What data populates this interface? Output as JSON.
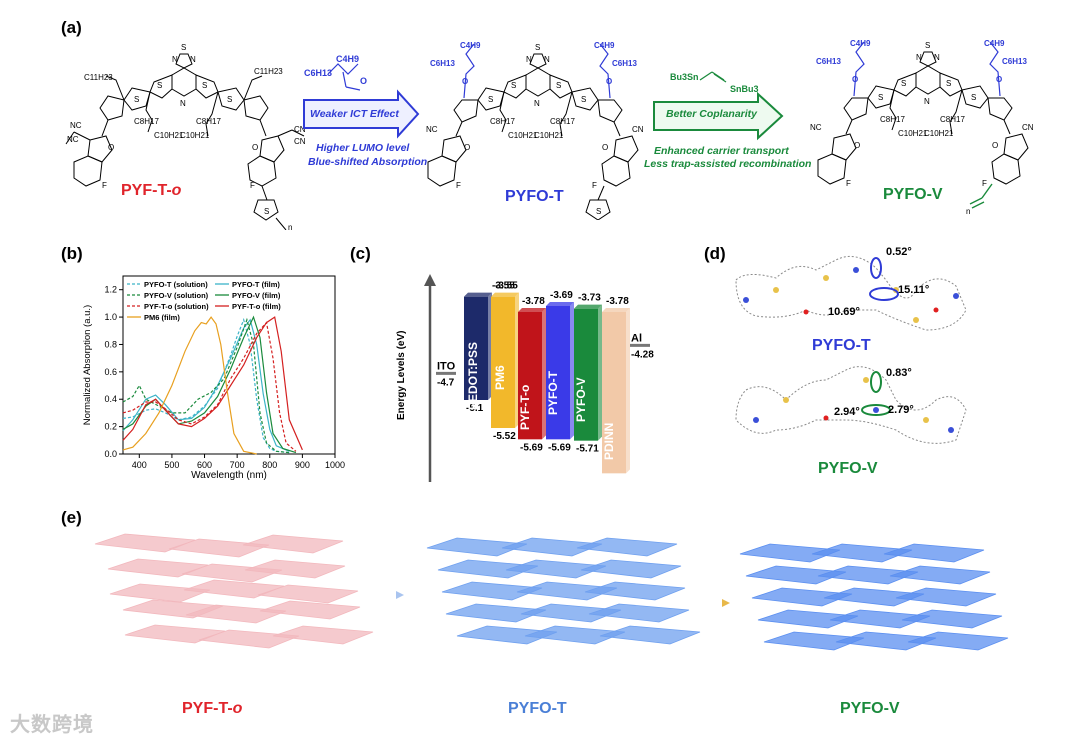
{
  "panels": {
    "a": "(a)",
    "b": "(b)",
    "c": "(c)",
    "d": "(d)",
    "e": "(e)"
  },
  "panel_a": {
    "molecules": [
      {
        "name_prefix": "PYF-T-",
        "name_suffix": "o",
        "color": "#e0242b"
      },
      {
        "name_prefix": "PYFO-T",
        "name_suffix": "",
        "color": "#2f3bd6"
      },
      {
        "name_prefix": "PYFO-V",
        "name_suffix": "",
        "color": "#1a8a3c"
      }
    ],
    "side_chain": {
      "c4": "C4H9",
      "c6": "C6H13",
      "c11": "C11H23",
      "c8": "C8H17",
      "c10": "C10H21"
    },
    "arrow1": {
      "label": "Weaker ICT Effect",
      "note1": "Higher LUMO level",
      "note2": "Blue-shifted Absorption"
    },
    "arrow2": {
      "reagent_left": "Bu3Sn",
      "reagent_right": "SnBu3",
      "label": "Better Coplanarity",
      "note1": "Enhanced carrier transport",
      "note2": "Less trap-assisted recombination"
    },
    "atoms": {
      "S": "S",
      "N": "N",
      "F": "F",
      "O": "O",
      "CN": "NC",
      "n": "n"
    }
  },
  "panel_b": {
    "chart_data": {
      "type": "line",
      "xlabel": "Wavelength (nm)",
      "ylabel": "Normalized Absorption (a.u.)",
      "xlim": [
        350,
        1000
      ],
      "ylim": [
        0,
        1.3
      ],
      "xticks": [
        400,
        500,
        600,
        700,
        800,
        900,
        1000
      ],
      "yticks": [
        0.0,
        0.2,
        0.4,
        0.6,
        0.8,
        1.0,
        1.2
      ],
      "legend_position": "top-left",
      "series": [
        {
          "name": "PYFO-T (solution)",
          "color": "#3cb4c8",
          "dash": "3,2",
          "x": [
            350,
            380,
            420,
            450,
            480,
            520,
            560,
            600,
            640,
            680,
            700,
            720,
            740,
            760,
            780,
            800,
            820,
            860
          ],
          "y": [
            0.26,
            0.27,
            0.32,
            0.33,
            0.3,
            0.25,
            0.27,
            0.35,
            0.48,
            0.72,
            0.86,
            0.98,
            0.8,
            0.4,
            0.12,
            0.04,
            0.02,
            0.01
          ]
        },
        {
          "name": "PYFO-T (film)",
          "color": "#3cb4c8",
          "dash": "",
          "x": [
            350,
            380,
            420,
            450,
            480,
            520,
            560,
            600,
            640,
            680,
            720,
            740,
            760,
            780,
            800,
            820,
            860
          ],
          "y": [
            0.17,
            0.25,
            0.4,
            0.43,
            0.36,
            0.25,
            0.26,
            0.34,
            0.5,
            0.7,
            0.92,
            0.98,
            0.8,
            0.44,
            0.18,
            0.06,
            0.02
          ]
        },
        {
          "name": "PYFO-V (solution)",
          "color": "#1a8a3c",
          "dash": "3,2",
          "x": [
            350,
            380,
            400,
            420,
            460,
            500,
            540,
            580,
            620,
            660,
            700,
            730,
            750,
            770,
            790,
            820,
            860
          ],
          "y": [
            0.38,
            0.42,
            0.5,
            0.4,
            0.35,
            0.3,
            0.3,
            0.4,
            0.45,
            0.55,
            0.78,
            0.98,
            0.8,
            0.3,
            0.08,
            0.02,
            0.01
          ]
        },
        {
          "name": "PYFO-V (film)",
          "color": "#1a8a3c",
          "dash": "",
          "x": [
            350,
            380,
            420,
            450,
            480,
            520,
            560,
            600,
            640,
            680,
            720,
            750,
            770,
            790,
            810,
            840,
            880
          ],
          "y": [
            0.18,
            0.22,
            0.35,
            0.4,
            0.32,
            0.22,
            0.24,
            0.3,
            0.42,
            0.62,
            0.85,
            1.0,
            0.85,
            0.45,
            0.15,
            0.04,
            0.01
          ]
        },
        {
          "name": "PYF-T-o (solution)",
          "color": "#d42020",
          "dash": "3,2",
          "x": [
            350,
            380,
            420,
            450,
            480,
            520,
            560,
            600,
            640,
            680,
            720,
            760,
            790,
            810,
            830,
            850,
            880
          ],
          "y": [
            0.3,
            0.32,
            0.38,
            0.38,
            0.33,
            0.25,
            0.22,
            0.27,
            0.36,
            0.55,
            0.7,
            0.88,
            0.96,
            0.7,
            0.3,
            0.08,
            0.02
          ]
        },
        {
          "name": "PYF-T-o (film)",
          "color": "#d42020",
          "dash": "",
          "x": [
            350,
            380,
            420,
            450,
            480,
            520,
            560,
            600,
            640,
            680,
            720,
            760,
            790,
            815,
            835,
            860,
            900
          ],
          "y": [
            0.1,
            0.18,
            0.36,
            0.4,
            0.32,
            0.22,
            0.2,
            0.26,
            0.35,
            0.5,
            0.65,
            0.85,
            0.96,
            1.0,
            0.75,
            0.25,
            0.03
          ]
        },
        {
          "name": "PM6 (film)",
          "color": "#e8a020",
          "dash": "",
          "x": [
            350,
            380,
            420,
            460,
            500,
            540,
            570,
            590,
            605,
            620,
            635,
            650,
            670,
            690,
            720,
            760
          ],
          "y": [
            0.03,
            0.05,
            0.15,
            0.3,
            0.5,
            0.75,
            0.9,
            0.96,
            0.95,
            1.0,
            0.95,
            0.8,
            0.45,
            0.15,
            0.02,
            0.0
          ]
        }
      ]
    },
    "legend": [
      {
        "label": "PYFO-T (solution)",
        "color": "#3cb4c8",
        "dash": "3,2"
      },
      {
        "label": "PYFO-T (film)",
        "color": "#3cb4c8",
        "dash": ""
      },
      {
        "label": "PYFO-V (solution)",
        "color": "#1a8a3c",
        "dash": "3,2"
      },
      {
        "label": "PYFO-V (film)",
        "color": "#1a8a3c",
        "dash": ""
      },
      {
        "label": "PYF-T-o (solution)",
        "color": "#d42020",
        "dash": "3,2"
      },
      {
        "label": "PYF-T-o (film)",
        "color": "#d42020",
        "dash": ""
      },
      {
        "label": "PM6 (film)",
        "color": "#e8a020",
        "dash": ""
      }
    ]
  },
  "panel_c": {
    "ylabel": "Energy Levels (eV)",
    "chart_data": {
      "type": "bar",
      "levels": [
        {
          "name": "ITO",
          "value": -4.7,
          "label": "-4.7"
        },
        {
          "name": "PEDOT:PSS",
          "top": -3.55,
          "bottom": -5.1,
          "top_label": "-3.55",
          "bottom_label": "-5.1",
          "color": "#1d2a6a"
        },
        {
          "name": "PM6",
          "top": -3.55,
          "bottom": -5.52,
          "top_label": "-3.55",
          "bottom_label": "-5.52",
          "color": "#f2b82b"
        },
        {
          "name": "PYF-T-o",
          "top": -3.78,
          "bottom": -5.69,
          "top_label": "-3.78",
          "bottom_label": "-5.69",
          "color": "#c0141a"
        },
        {
          "name": "PYFO-T",
          "top": -3.69,
          "bottom": -5.69,
          "top_label": "-3.69",
          "bottom_label": "-5.69",
          "color": "#3a3ae8"
        },
        {
          "name": "PYFO-V",
          "top": -3.73,
          "bottom": -5.71,
          "top_label": "-3.73",
          "bottom_label": "-5.71",
          "color": "#1a8a3c"
        },
        {
          "name": "PDINN",
          "top": -3.78,
          "bottom": -6.2,
          "top_label": "-3.78",
          "color": "#f2c9a8"
        },
        {
          "name": "Al",
          "value": -4.28,
          "label": "-4.28"
        }
      ]
    }
  },
  "panel_d": {
    "structures": [
      {
        "name": "PYFO-T",
        "color": "#2f3bd6",
        "angles": [
          "0.52°",
          "15.11°",
          "10.69°"
        ]
      },
      {
        "name": "PYFO-V",
        "color": "#1a8a3c",
        "angles": [
          "0.83°",
          "2.94°",
          "2.79°"
        ]
      }
    ]
  },
  "panel_e": {
    "stacks": [
      {
        "name_prefix": "PYF-T-",
        "name_suffix": "o",
        "color": "#e0242b",
        "sheet": "#f2b8bd"
      },
      {
        "name_prefix": "PYFO-T",
        "name_suffix": "",
        "color": "#4a7fd6",
        "sheet": "#6fa0ef"
      },
      {
        "name_prefix": "PYFO-V",
        "name_suffix": "",
        "color": "#1a8a3c",
        "sheet": "#5b8ff0"
      }
    ],
    "arrow_colors": [
      "#a9c4ef",
      "#e8b84a"
    ]
  },
  "watermark": "大数跨境"
}
